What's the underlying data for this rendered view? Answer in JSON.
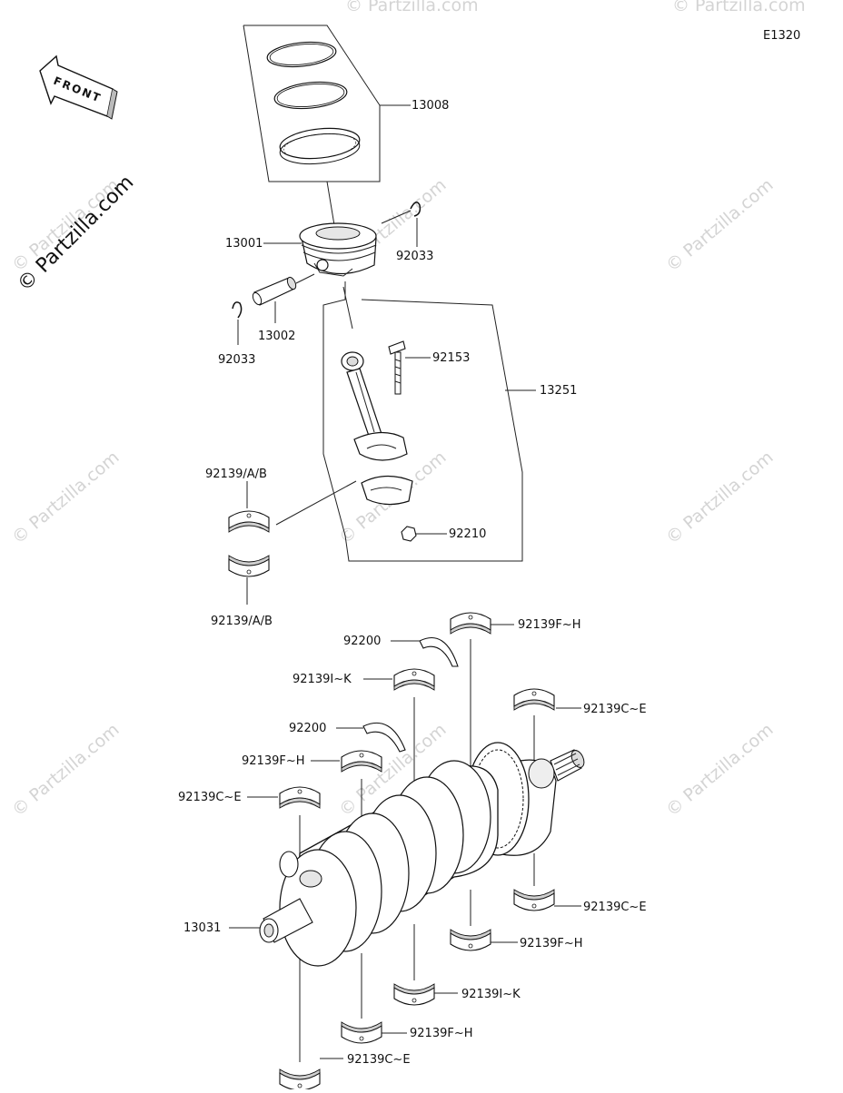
{
  "diagram": {
    "code": "E1320",
    "front_label": "FRONT",
    "watermark": "© Partzilla.com",
    "callouts": {
      "piston_rings": "13008",
      "piston": "13001",
      "snap_ring_right": "92033",
      "piston_pin": "13002",
      "snap_ring_left": "92033",
      "rod_bolt": "92153",
      "connecting_rod": "13251",
      "rod_bearing_upper": "92139/A/B",
      "rod_nut": "92210",
      "rod_bearing_lower": "92139/A/B",
      "main_bearing_top_1": "92139F~H",
      "thrust_washer_1": "92200",
      "main_bearing_top_2": "92139I~K",
      "main_bearing_top_3": "92139C~E",
      "thrust_washer_2": "92200",
      "main_bearing_top_4": "92139F~H",
      "main_bearing_top_5": "92139C~E",
      "crankshaft": "13031",
      "main_bearing_bottom_1": "92139C~E",
      "main_bearing_bottom_2": "92139F~H",
      "main_bearing_bottom_3": "92139I~K",
      "main_bearing_bottom_4": "92139F~H",
      "main_bearing_bottom_5": "92139C~E"
    }
  }
}
